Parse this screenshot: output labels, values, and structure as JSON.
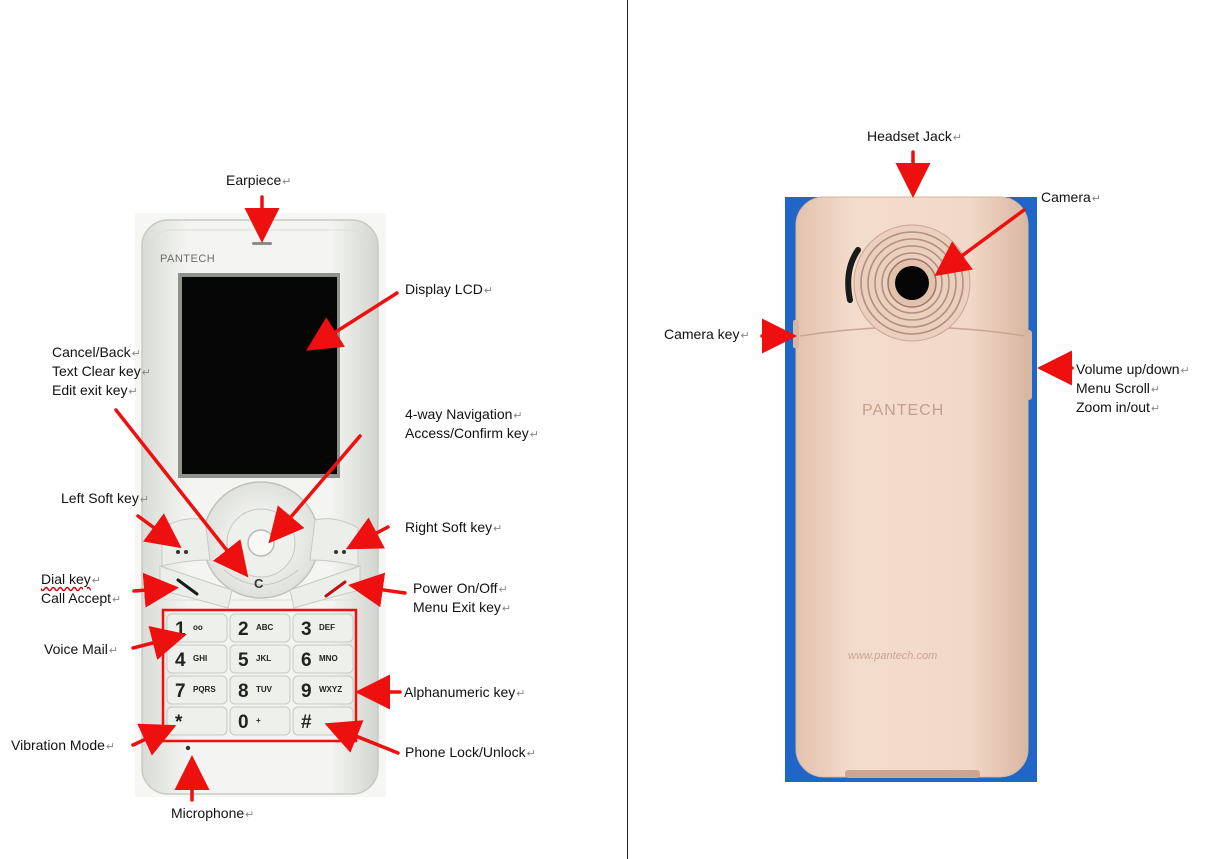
{
  "colors": {
    "arrow": "#ee0f0f",
    "phone_body": "#eef0ec",
    "back_body": "#f2d8c8",
    "back_background": "#1f66c8",
    "lcd": "#050505"
  },
  "icons": {
    "front_phone": "front-phone-illustration",
    "back_phone": "back-phone-illustration"
  },
  "front": {
    "brand": "PANTECH",
    "labels": {
      "earpiece": "Earpiece",
      "display_lcd": "Display LCD",
      "cancel_back": [
        "Cancel/Back",
        "Text Clear key",
        "Edit exit key"
      ],
      "navigation": [
        "4-way Navigation",
        "Access/Confirm key"
      ],
      "left_soft": "Left Soft key",
      "right_soft": "Right Soft key",
      "dial": [
        "Dial key",
        "Call Accept"
      ],
      "power": [
        "Power On/Off",
        "Menu Exit key"
      ],
      "voice_mail": "Voice Mail",
      "alphanumeric": "Alphanumeric key",
      "vibration": "Vibration Mode",
      "phone_lock": "Phone Lock/Unlock",
      "microphone": "Microphone"
    },
    "keypad": [
      [
        "1",
        "oo"
      ],
      [
        "2",
        "ABC"
      ],
      [
        "3",
        "DEF"
      ],
      [
        "4",
        "GHI"
      ],
      [
        "5",
        "JKL"
      ],
      [
        "6",
        "MNO"
      ],
      [
        "7",
        "PQRS"
      ],
      [
        "8",
        "TUV"
      ],
      [
        "9",
        "WXYZ"
      ],
      [
        "*",
        ""
      ],
      [
        "0",
        "+"
      ],
      [
        "#",
        ""
      ]
    ],
    "clear_key": "C"
  },
  "back": {
    "brand": "PANTECH",
    "website": "www.pantech.com",
    "labels": {
      "headset": "Headset Jack",
      "camera": "Camera",
      "camera_key": "Camera key",
      "volume": [
        "Volume up/down",
        "Menu Scroll",
        "Zoom in/out"
      ]
    }
  }
}
